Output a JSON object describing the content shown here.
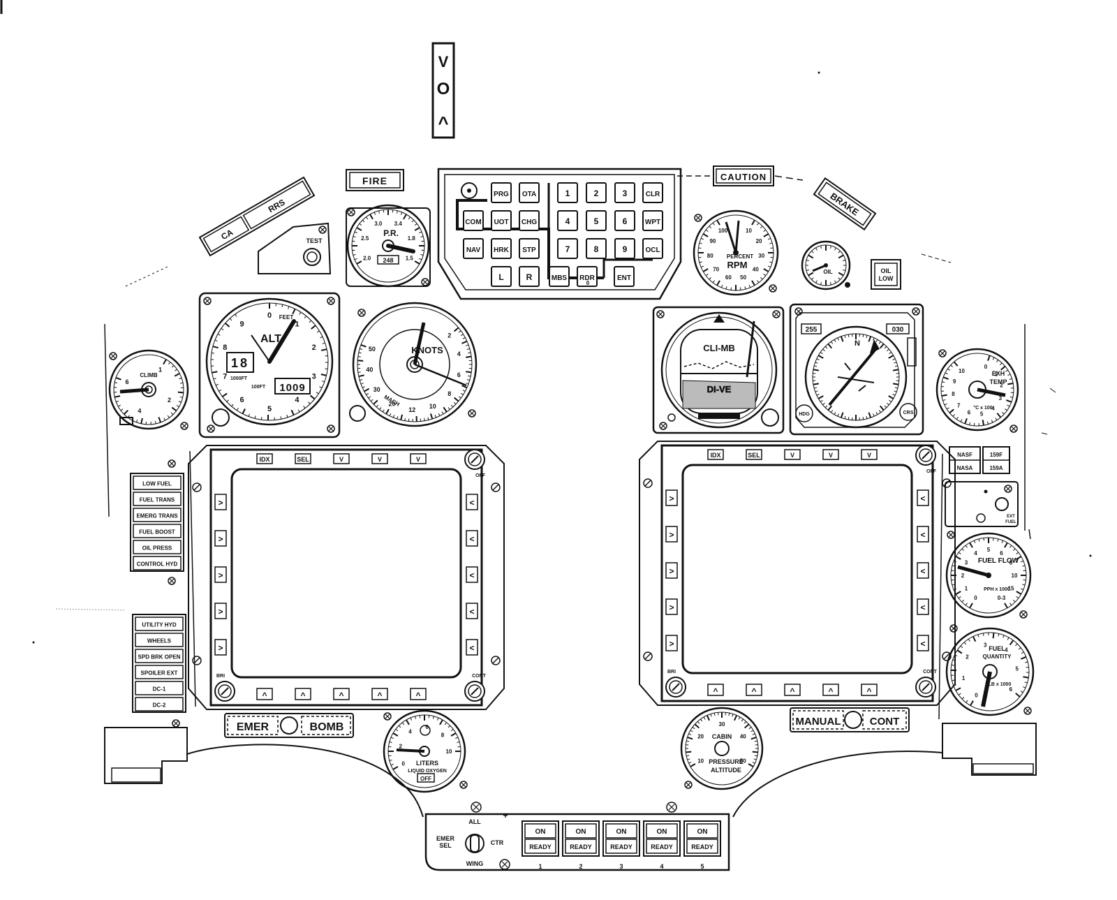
{
  "top_indicator": {
    "glyph_top": "V",
    "glyph_mid": "O",
    "glyph_bot": "^"
  },
  "lights": {
    "fire": "FIRE",
    "caution": "CAUTION",
    "brake": "BRAKE",
    "ca": "CA",
    "rrs": "RRS",
    "test": "TEST",
    "oil_low": [
      "OIL",
      "LOW"
    ]
  },
  "ufc": {
    "row1": [
      "PRG",
      "OTA",
      "1",
      "2",
      "3",
      "CLR"
    ],
    "row2": [
      "COM",
      "UOT",
      "CHG",
      "4",
      "5",
      "6",
      "WPT"
    ],
    "row3": [
      "NAV",
      "HRK",
      "STP",
      "7",
      "8",
      "9",
      "OCL"
    ],
    "row4": [
      "L",
      "R",
      "MBS",
      "RDR",
      "0",
      "ENT"
    ]
  },
  "gauges": {
    "pr": {
      "label": "P.R.",
      "readout": "248",
      "ticks": [
        "2.0",
        "2.5",
        "3.0",
        "3.4",
        "1.8",
        "1.5"
      ]
    },
    "rpm": {
      "label": "RPM",
      "sub": "PERCENT",
      "ticks": [
        "10",
        "20",
        "30",
        "40",
        "50",
        "60",
        "70",
        "80",
        "90",
        "100"
      ]
    },
    "oil": {
      "label": "OIL"
    },
    "alt": {
      "label": "ALT",
      "feet": "FEET",
      "unit1": "1000FT",
      "unit2": "100FT",
      "drum": "1009",
      "thousands": "18",
      "ticks": [
        "0",
        "1",
        "2",
        "3",
        "4",
        "5",
        "6",
        "7",
        "8",
        "9"
      ]
    },
    "knots": {
      "label": "KNOTS",
      "mach": "MACH",
      "ticks": [
        "2",
        "4",
        "6",
        "8",
        "10",
        "12",
        "20",
        "30",
        "40",
        "50"
      ]
    },
    "climb": {
      "label": "CLIMB",
      "ticks": [
        "1",
        "2",
        "4",
        "6"
      ]
    },
    "adi": {
      "top": "CLI-MB",
      "bottom": "DI-VE"
    },
    "hsi": {
      "left_readout": "255",
      "right_readout": "030",
      "hdg": "HDG",
      "crs": "CRS",
      "north": "N"
    },
    "exh": {
      "label": [
        "EXH",
        "TEMP"
      ],
      "unit": "°C x 100",
      "ticks": [
        "0",
        "1",
        "2",
        "3",
        "4",
        "5",
        "6",
        "7",
        "8",
        "9",
        "10"
      ]
    },
    "fuel_flow": {
      "label": "FUEL FLOW",
      "unit": "PPH x 1000",
      "ticks": [
        "0",
        "1",
        "2",
        "3",
        "4",
        "5",
        "6",
        "8",
        "10",
        "15",
        "0-3"
      ]
    },
    "fuel_qty": {
      "label": [
        "FUEL",
        "QUANTITY"
      ],
      "unit": "LB x 1000",
      "ticks": [
        "0",
        "1",
        "2",
        "3",
        "4",
        "5",
        "6"
      ]
    },
    "liters": {
      "label": "LITERS",
      "sub": "LIQUID OXYGEN",
      "off": "OFF",
      "ticks": [
        "0",
        "2",
        "4",
        "6",
        "8",
        "10"
      ]
    },
    "cabin": {
      "label": "CABIN",
      "sub": [
        "PRESSURE",
        "ALTITUDE"
      ],
      "ticks": [
        "10",
        "20",
        "30",
        "40",
        "50"
      ]
    }
  },
  "warnings_left": [
    "LOW FUEL",
    "FUEL TRANS",
    "EMERG TRANS",
    "FUEL BOOST",
    "OIL PRESS",
    "CONTROL HYD"
  ],
  "status_left": [
    "UTILITY HYD",
    "WHEELS",
    "SPD BRK OPEN",
    "SPOILER EXT",
    "DC-1",
    "DC-2"
  ],
  "mfd": {
    "top_buttons": [
      "IDX",
      "SEL",
      "V",
      "V",
      "V"
    ],
    "bottom_symbol": "^",
    "left_symbol": ">",
    "right_symbol": "<",
    "bri": "BRI",
    "cont": "CONT",
    "off": "OFF"
  },
  "right_labels": {
    "nasf": "NASF",
    "nasa": "NASA",
    "f159": "159F",
    "a159": "159A",
    "ext": "EXT",
    "fuel": "FUEL"
  },
  "switches": {
    "emer": "EMER",
    "bomb": "BOMB",
    "manual": "MANUAL",
    "cont": "CONT"
  },
  "stores": {
    "all": "ALL",
    "ctr": "CTR",
    "wing": "WING",
    "emer_sel": [
      "EMER",
      "SEL"
    ],
    "on": "ON",
    "ready": "READY",
    "stations": [
      "1",
      "2",
      "3",
      "4",
      "5"
    ]
  }
}
